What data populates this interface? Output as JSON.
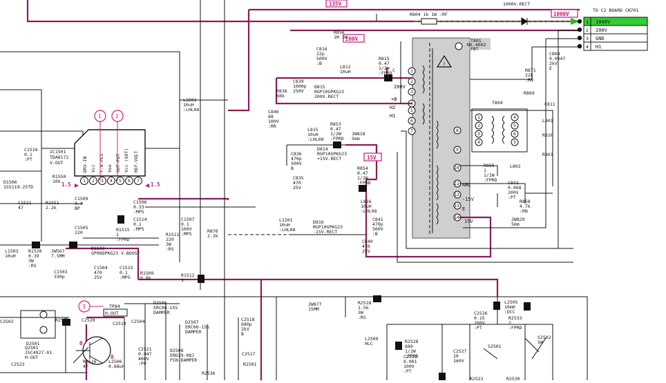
{
  "connector": {
    "header": "TO C2 BOARD  CN701",
    "pins": [
      {
        "num": "1",
        "label": "1000V",
        "highlight": true
      },
      {
        "num": "2",
        "label": "200V",
        "highlight": false
      },
      {
        "num": "3",
        "label": "GND",
        "highlight": false
      },
      {
        "num": "4",
        "label": "H1",
        "highlight": false
      }
    ],
    "highlight_color": "#33cc33"
  },
  "voltage_tags": {
    "v135": "135V",
    "v1000": "1000V",
    "v200": "200V",
    "v15": "15V"
  },
  "callouts": [
    "1",
    "2",
    "3"
  ],
  "ic": {
    "ref": "IC1501",
    "part": "TDA8172",
    "func": "V.OUT",
    "pins": [
      "1",
      "2",
      "3",
      "4",
      "5",
      "6",
      "7"
    ],
    "pin_names": [
      "DRV-IN",
      "Vcc",
      "F.B-PLS",
      "Vee",
      "OUT-PUT",
      "Vcc (OUT)",
      "REF-VOLT"
    ],
    "side_a": "1.5",
    "side_b": "1.5"
  },
  "fbt": {
    "ref": "T801",
    "part": "NX-4002",
    "type": "FBT",
    "warning": "!",
    "labels": {
      "c": "C",
      "v200": "200V",
      "b": "+B",
      "h2": "H2",
      "h1": "H1",
      "abl": "ABL",
      "m15": "-15V",
      "e": "E",
      "p15": "15V"
    }
  },
  "top": {
    "rect_tail": "1000V.RECT",
    "r804": "R804  1k  1W  :RF"
  },
  "parts": {
    "r856": "R856\n1M  1W",
    "c816": "C816\n22p\n500V\n:B",
    "r815": "R815\n0.47\n1/2W\n:FPRD",
    "l812": "L812\n10uH",
    "c839": "C839\n1000p\n250V",
    "r836": "R836\n68k",
    "d815": "D815\nRGP10GPKG23\n200V.RECT",
    "c846": "C846\n68\n100V\n:RR",
    "l815": "L815\n10uH\n:LHL08",
    "r853": "R853\n0.47\n1/2W\n:FPRD",
    "jw818": "JW818\n5mm",
    "d814": "D814\nRGP10GPKG23\n+15V.RECT",
    "c836": "C836\n470p\n500V\nB",
    "c835": "C835\n470\n25V",
    "r854": "R854\n0.47\n1/2W\n:FPRD",
    "l816": "L816\n10uH\n:LHL08",
    "d816": "D816\nRGP10GPKG23\n-15V.RECT",
    "c841": "C841\n470p\n500V\n:B",
    "c840": "C840\n470\n25V",
    "t804": "T804",
    "r871": "R871\n22k\n:RN",
    "c808": "C808\n0.0047\n2kV\nE",
    "r869": "R869",
    "c811": "C811",
    "l801": "L801",
    "r810": "R810",
    "r861": "R861",
    "r855": "R855\n1\n1/2W\n:FPRD",
    "l802": "L802",
    "c842": "C842\n0.068\n200V\n:PT",
    "r858": "R858\n4.7k\n:RN",
    "jw829": "JW829\n5mm",
    "l1502": "L1502\n10uH\n:LHL08",
    "c1510": "C1510\n0.1\n:PT",
    "r1550": "R1550\n10k",
    "d1506": "D1506\n1SS119-25TD",
    "c1521": "C1521\n47",
    "r1551": "R1551\n2.2k",
    "c1509": "C1509\n3.3\nBP",
    "c1505": "C1505\n220",
    "c1506": "C1506\n0.33\n:MPS",
    "c1514": "C1514\n0.1\n:MPS",
    "r1515": "R1515\n1\n:FPRD",
    "r1511": "R1511\n220\n3W\n:RS",
    "c1507": "C1507\n0.1\n100V\n:MPS",
    "r876": "R876\n2.2k",
    "l1501": "L1501\n10uH\n:LHL08",
    "d1503": "D1503\nGP08DPKG23  V.BOOST",
    "l1503": "L1503\n10uH",
    "r1520": "R1520\n0.39\n3W\n:RS",
    "jw567": "JW567\n7.5MM",
    "c1503": "C1503\n330p",
    "c1504": "C1504\n470\n25V",
    "c1515": "C1515\n0.1\n:MPS",
    "r1509": "R1509\n6.8k",
    "r1512": "R1512\n1",
    "tp84": "TP84",
    "h_out": "H.OUT",
    "d2506": "D2506\nERC06-15S\nDAMPER",
    "d2507": "D2507\nERC06-15S\nDAMPER",
    "d2508": "D2508\nERD29-08J\nPIN-DAMPER",
    "q2501": "Q2501\n2SC4927-01\nH-OUT",
    "r2515": "R2515",
    "r2516": "R2516\n47",
    "l2506": "L2506\n0.68uH",
    "c2520": "C2520",
    "c2519": "C2519",
    "c2504": "C2504",
    "c2521": "C2521\n0.047\n400V\n:PP",
    "c2518": "C2518\n680p\n2kV\nB",
    "c2517": "C2517",
    "r2501": "R2501",
    "jw877": "JW877\n15MM",
    "r2518": "R2518\n1.5k\n3W\n:RS",
    "c2526": "C2526\n0.15\n200V\n:PT",
    "l2505": "L2505\n10mH\n:DCC",
    "r2533": "R2533\n1\n:FPRD",
    "l2509": "L2509\nHLC",
    "r2528": "R2528\n680\n1/2W\n:FPRD",
    "c2529": "C2529\n0.001\n100V\n:PT",
    "c2527": "C2527\n10\n160V",
    "s2501": "S2501",
    "s2502": "S2502\nSW",
    "r2536": "R2536",
    "r2523": "R2523",
    "r2530": "R2530",
    "c2502": "C2502",
    "c2523": "C2523",
    "d2501": "D2501",
    "vmark_o": "0",
    "wound": "0"
  }
}
